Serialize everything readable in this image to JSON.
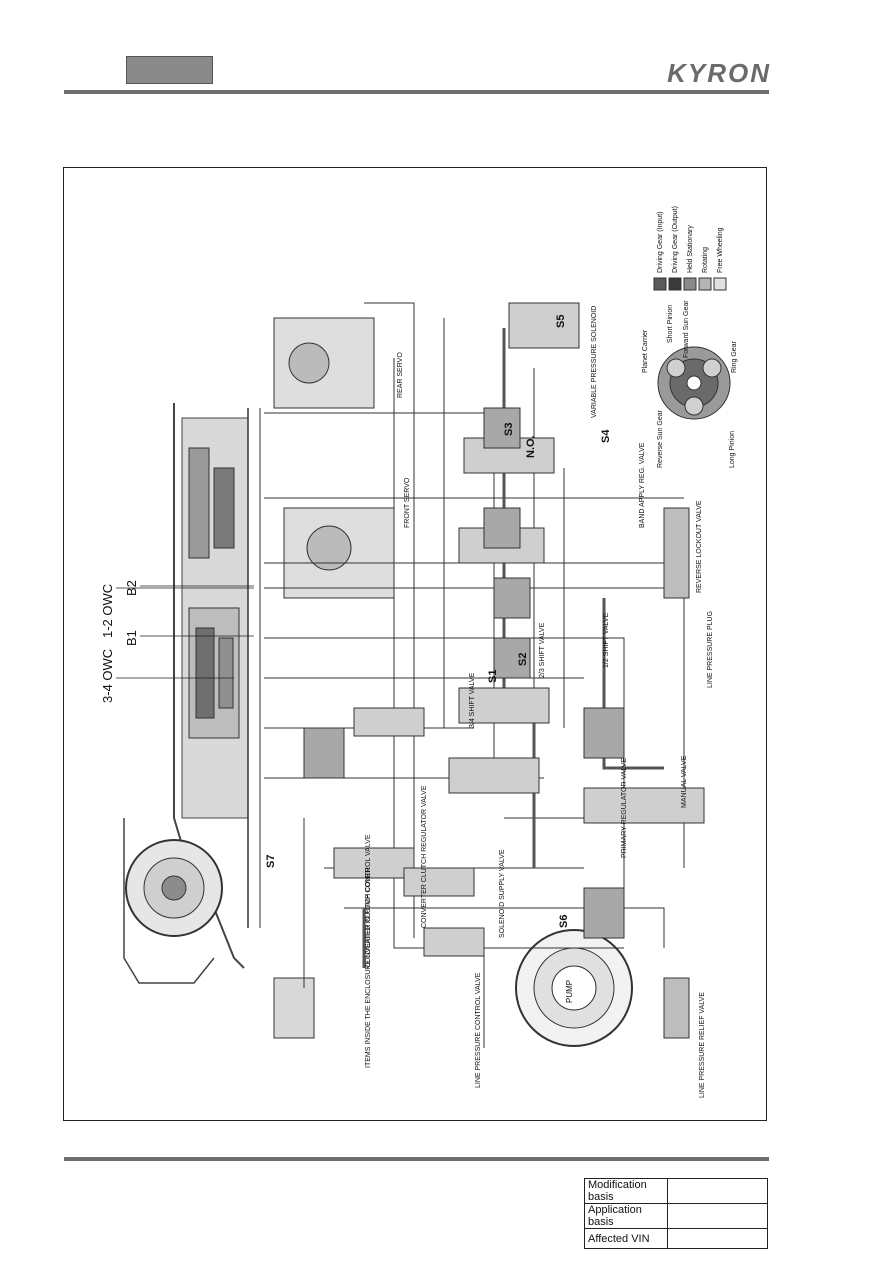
{
  "header": {
    "logo": "KYRON"
  },
  "diagram": {
    "labels": {
      "owc_12": "1-2 OWC",
      "b2": "B2",
      "b1": "B1",
      "owc_34": "3-4 OWC",
      "s1": "S1",
      "s2": "S2",
      "s3": "S3",
      "s4": "S4",
      "s5": "S5",
      "s6": "S6",
      "s7": "S7",
      "no": "N.O.",
      "rear_servo": "REAR SERVO",
      "front_servo": "FRONT SERVO",
      "shift_valve_12": "1/2 SHIFT VALVE",
      "shift_valve_23": "2/3 SHIFT VALVE",
      "shift_valve_34": "3/4 SHIFT VALVE",
      "variable_pressure_solenoid": "VARIABLE PRESSURE SOLENOID",
      "reverse_lockout_valve": "REVERSE LOCKOUT VALVE",
      "line_pressure_plug": "LINE PRESSURE PLUG",
      "manual_valve": "MANUAL VALVE",
      "primary_regulator_valve": "PRIMARY REGULATOR VALVE",
      "solenoid_supply_valve": "SOLENOID SUPPLY VALVE",
      "converter_clutch_control_valve": "CONVERTER CLUTCH CONTROL VALVE",
      "converter_clutch_regulator_valve": "CONVERTER CLUTCH REGULATOR VALVE",
      "line_pressure_relief_valve": "LINE PRESSURE RELIEF VALVE",
      "line_pressure_control_valve": "LINE PRESSURE CONTROL VALVE",
      "pump": "PUMP",
      "items_enclosure": "ITEMS INSIDE THE ENCLOSURE LOCATED IN PUMP COVER",
      "band_apply_reg_valve": "BAND APPLY REG. VALVE"
    },
    "legend": {
      "items": [
        {
          "label": "Driving Gear (Input)",
          "color": "#5a5a5a"
        },
        {
          "label": "Driving Gear (Output)",
          "color": "#3a3a3a"
        },
        {
          "label": "Held Stationary",
          "color": "#8a8a8a"
        },
        {
          "label": "Rotating",
          "color": "#b4b4b4"
        },
        {
          "label": "Free Wheeling",
          "color": "#e2e2e2"
        }
      ],
      "gear_labels": {
        "planet_carrier": "Planet Carrier",
        "short_pinion": "Short Pinion",
        "forward_sun_gear": "Forward Sun Gear",
        "ring_gear": "Ring Gear",
        "reverse_sun_gear": "Reverse Sun Gear",
        "long_pinion": "Long Pinion"
      }
    }
  },
  "info_table": {
    "rows": [
      {
        "label": "Modification basis",
        "value": ""
      },
      {
        "label": "Application basis",
        "value": ""
      },
      {
        "label": "Affected VIN",
        "value": ""
      }
    ]
  }
}
